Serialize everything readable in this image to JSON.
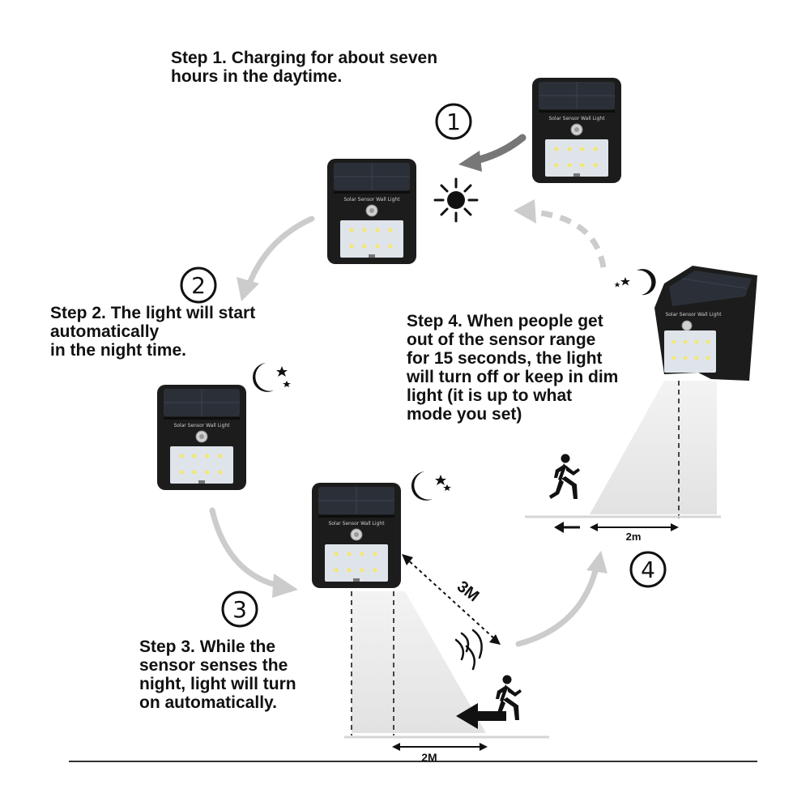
{
  "steps": [
    {
      "number": "1",
      "lines": [
        "Step 1. Charging for about seven",
        "hours in the daytime."
      ]
    },
    {
      "number": "2",
      "lines": [
        "Step 2. The light will start",
        "automatically",
        "in the night time."
      ]
    },
    {
      "number": "3",
      "lines": [
        "Step 3. While the",
        "sensor senses the",
        "night, light will turn",
        "on automatically."
      ]
    },
    {
      "number": "4",
      "lines": [
        "Step 4. When people get",
        "out of the sensor range",
        "for 15 seconds, the light",
        "will turn off or keep in dim",
        "light (it is up to what",
        "mode you set)"
      ]
    }
  ],
  "measurements": {
    "sensor_range": "3M",
    "distance_step3": "2M",
    "distance_step4": "2m"
  },
  "lamp": {
    "panel_label": "Solar Sensor Wall Light",
    "led_count": 8
  },
  "icons": [
    "sun-icon",
    "moon-stars-icon",
    "running-person-icon",
    "sensor-wave-icon",
    "cycle-arrow-icon"
  ],
  "colors": {
    "text": "#111111",
    "lamp_body": "#1c1c1c",
    "solar_panel": "#2b3038",
    "led_panel": "#dfe4ea",
    "arrow_gray": "#c8c8c8",
    "light_beam": "#ececec"
  }
}
